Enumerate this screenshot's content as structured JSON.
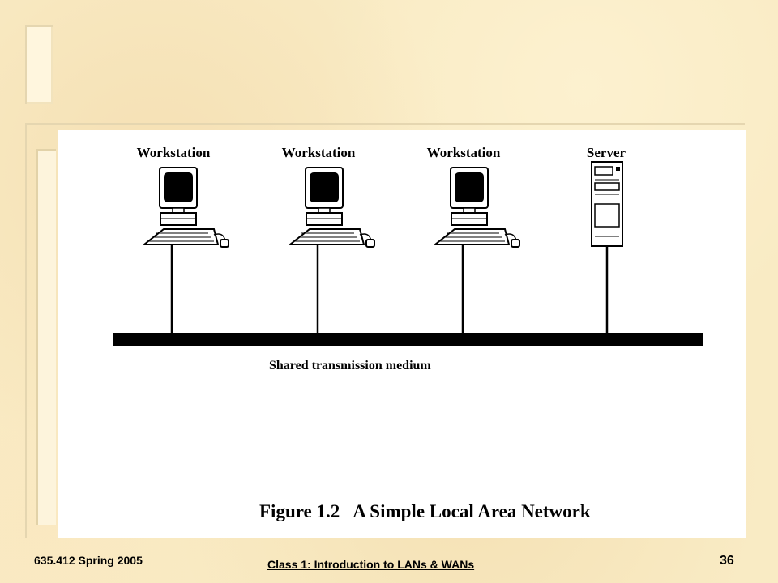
{
  "diagram": {
    "nodes": [
      {
        "label": "Workstation",
        "icon": "workstation-icon"
      },
      {
        "label": "Workstation",
        "icon": "workstation-icon"
      },
      {
        "label": "Workstation",
        "icon": "workstation-icon"
      },
      {
        "label": "Server",
        "icon": "server-icon"
      }
    ],
    "medium_label": "Shared transmission medium",
    "caption": "Figure 1.2   A Simple Local Area Network"
  },
  "footer": {
    "course": "635.412 Spring 2005",
    "title": "Class 1:  Introduction to LANs & WANs",
    "page_number": "36"
  },
  "colors": {
    "background": "#f9ebc4",
    "panel": "#ffffff",
    "ink": "#000000"
  }
}
